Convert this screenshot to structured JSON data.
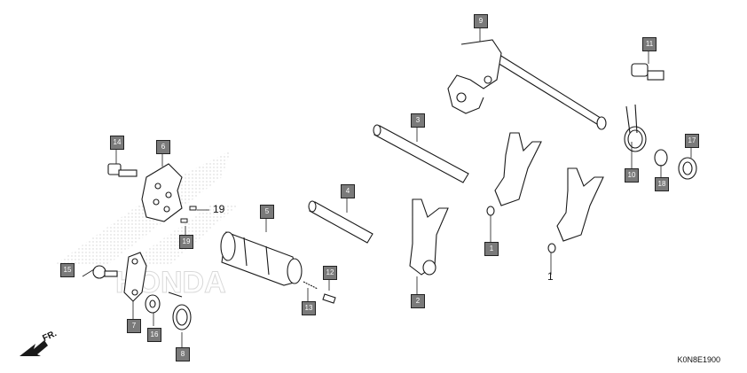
{
  "diagram": {
    "callouts": [
      {
        "id": "c1",
        "label": "1"
      },
      {
        "id": "c2",
        "label": "2"
      },
      {
        "id": "c3",
        "label": "3"
      },
      {
        "id": "c4",
        "label": "4"
      },
      {
        "id": "c5",
        "label": "5"
      },
      {
        "id": "c6",
        "label": "6"
      },
      {
        "id": "c7",
        "label": "7"
      },
      {
        "id": "c8",
        "label": "8"
      },
      {
        "id": "c9",
        "label": "9"
      },
      {
        "id": "c10",
        "label": "10"
      },
      {
        "id": "c11",
        "label": "11"
      },
      {
        "id": "c12",
        "label": "12"
      },
      {
        "id": "c13",
        "label": "13"
      },
      {
        "id": "c14",
        "label": "14"
      },
      {
        "id": "c15",
        "label": "15"
      },
      {
        "id": "c16",
        "label": "16"
      },
      {
        "id": "c17",
        "label": "17"
      },
      {
        "id": "c18",
        "label": "18"
      },
      {
        "id": "c19",
        "label": "19"
      }
    ],
    "plain_labels": {
      "fork_1": "1",
      "pin_19": "19"
    },
    "front_label": "FR.",
    "diagram_code": "K0N8E1900"
  },
  "colors": {
    "line": "#1a1a1a",
    "callout_fill": "#7a7a7a",
    "watermark": "#c8c8c8"
  }
}
